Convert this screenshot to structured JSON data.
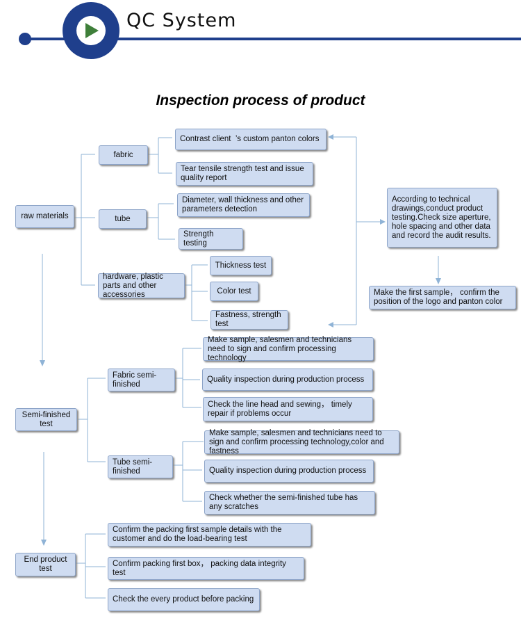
{
  "header": {
    "title": "QC System",
    "accent_color": "#1f3f8c",
    "icon": "play-arrow-icon",
    "icon_color": "#3f7f3a"
  },
  "diagram": {
    "title": "Inspection process of product",
    "box_color": "#cfdcf1",
    "connector_color": "#8fb3d6",
    "raw_materials": {
      "label": "raw materials",
      "groups": [
        {
          "label": "fabric",
          "items": [
            "Contrast client  ’s custom panton colors",
            "Tear tensile strength test and issue quality report"
          ]
        },
        {
          "label": "tube",
          "items": [
            "Diameter, wall thickness and other parameters detection",
            "Strength testing"
          ]
        },
        {
          "label": "hardware, plastic parts and other accessories",
          "items": [
            "Thickness test",
            "Color test",
            "Fastness, strength test"
          ]
        }
      ],
      "technical_note": "According to technical drawings,conduct product testing.Check size aperture, hole spacing and other data and record the audit results.",
      "first_sample": "Make the first sample， confirm the position of the logo and panton color"
    },
    "semi_finished": {
      "label": "Semi-finished test",
      "groups": [
        {
          "label": "Fabric semi-finished",
          "items": [
            "Make sample, salesmen and technicians need to sign and confirm processing technology",
            "Quality inspection during production process",
            "Check the line head and sewing， timely repair if problems occur"
          ]
        },
        {
          "label": "Tube semi-finished",
          "items": [
            "Make sample, salesmen and technicians need to sign and confirm processing technology,color and fastness",
            "Quality inspection during production process",
            "Check whether the semi-finished tube has any scratches"
          ]
        }
      ]
    },
    "end_product": {
      "label": "End product test",
      "items": [
        "Confirm the packing first sample details with the customer and do the load-bearing test",
        "Confirm packing first box， packing data integrity test",
        "Check the every product before packing"
      ]
    }
  }
}
